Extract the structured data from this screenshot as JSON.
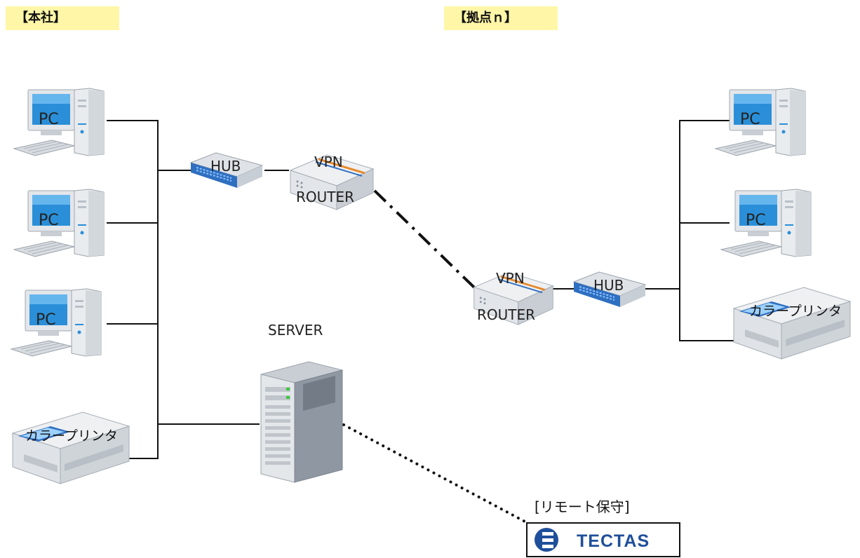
{
  "sites": {
    "hq": "【本社】",
    "branch": "【拠点ｎ】"
  },
  "hq": {
    "pcs": [
      "PC",
      "PC",
      "PC"
    ],
    "printer": "カラープリンタ",
    "hub": "HUB",
    "router_line1": "VPN",
    "router_line2": "ROUTER",
    "server_label": "SERVER"
  },
  "branch": {
    "pcs": [
      "PC",
      "PC"
    ],
    "printer": "カラープリンタ",
    "hub": "HUB",
    "router_line1": "VPN",
    "router_line2": "ROUTER"
  },
  "remote": {
    "label": "[リモート保守]",
    "logo_text": "TECTAS"
  },
  "colors": {
    "site_tag_bg": "#fff6a8",
    "pc_screen": "#2a8fd8",
    "hub_blue": "#2f6fc0",
    "router_orange": "#e8882a",
    "logo_blue": "#1f4f9a"
  }
}
